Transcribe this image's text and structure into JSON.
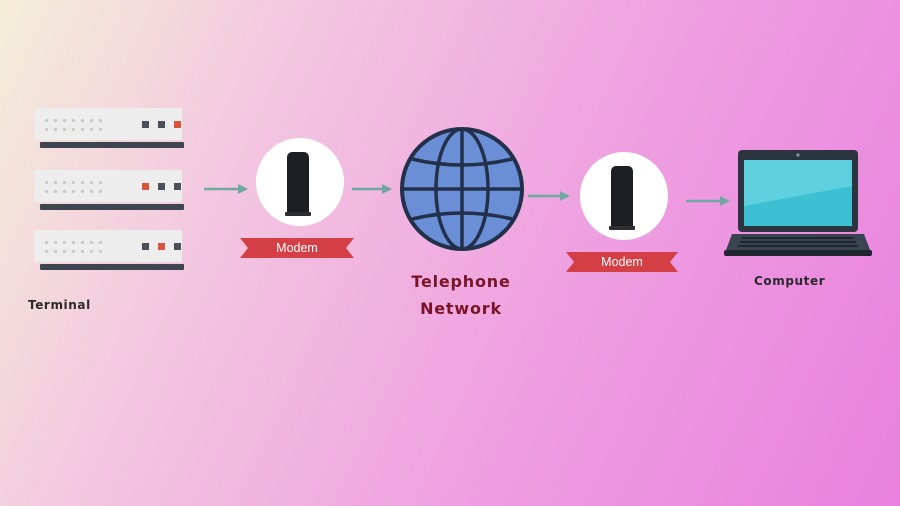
{
  "terminal": {
    "label": "Terminal"
  },
  "modem_left": {
    "label": "Modem"
  },
  "network": {
    "line1": "Telephone",
    "line2": "Network"
  },
  "modem_right": {
    "label": "Modem"
  },
  "computer": {
    "label": "Computer"
  },
  "colors": {
    "arrow": "#6fa8a2",
    "ribbon": "#d33f44",
    "globe": "#6b8fd6",
    "globe_lines": "#22304a",
    "label_dark_red": "#7a1428"
  }
}
